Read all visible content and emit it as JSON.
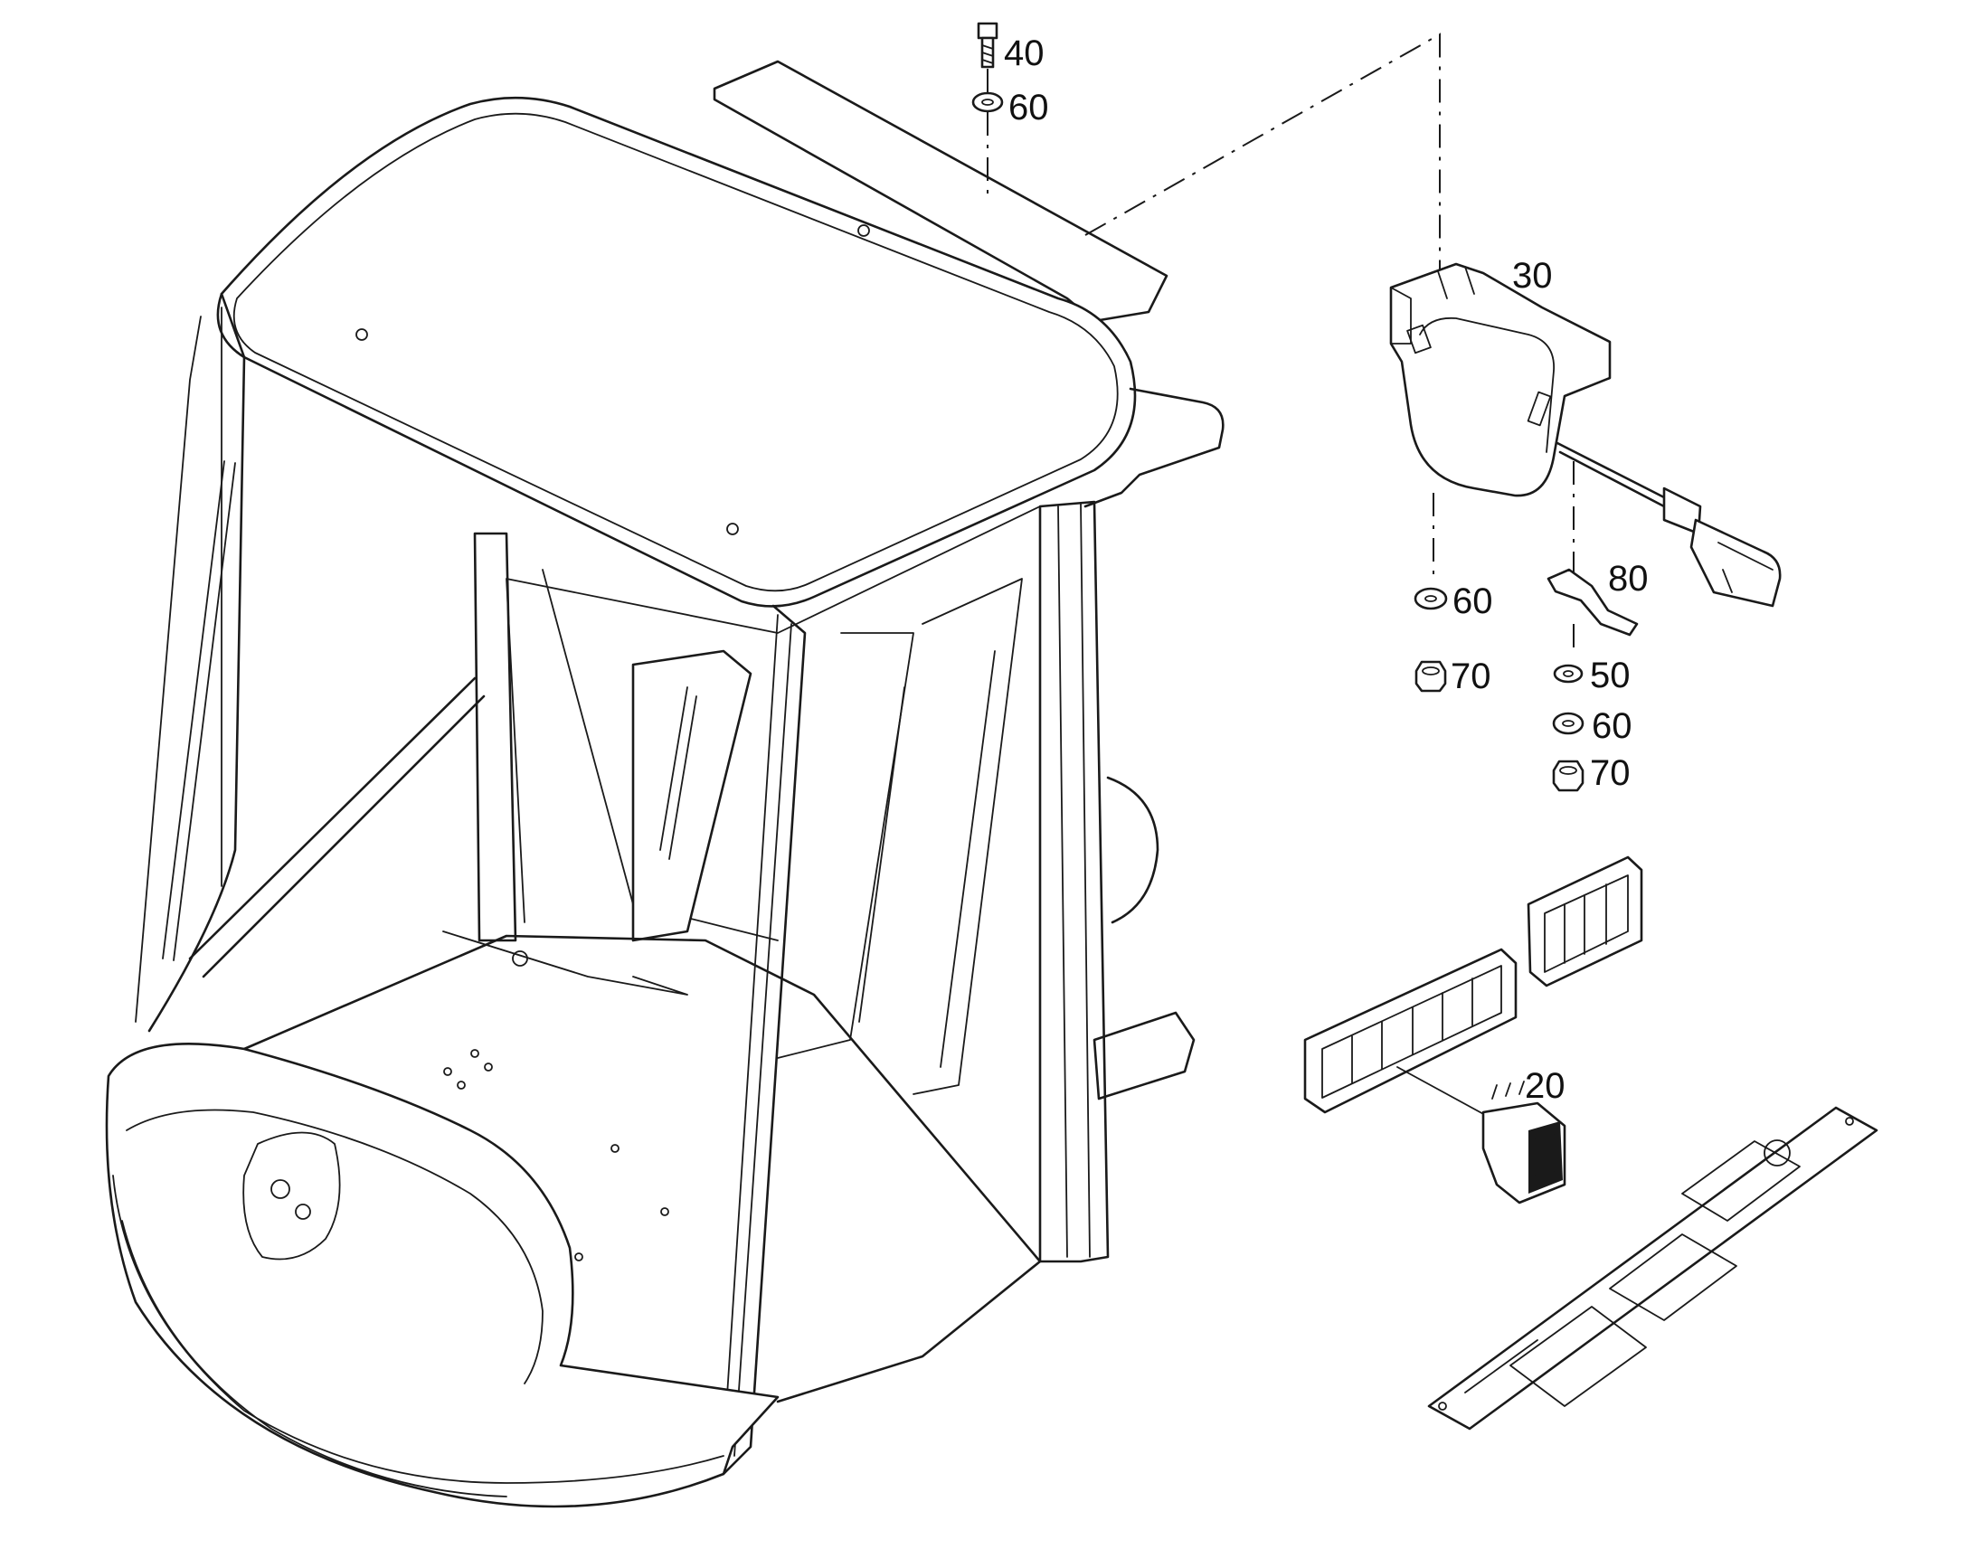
{
  "callouts": {
    "c40": "40",
    "c60_top": "60",
    "c30": "30",
    "c60_left": "60",
    "c70_left": "70",
    "c80": "80",
    "c50": "50",
    "c60_right": "60",
    "c70_right": "70",
    "c20": "20"
  },
  "colors": {
    "line": "#1a1a1a",
    "background": "#ffffff"
  }
}
